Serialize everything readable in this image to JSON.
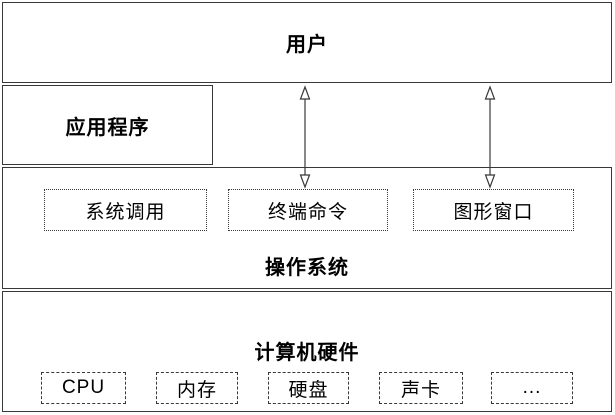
{
  "diagram": {
    "layers": {
      "user": {
        "label": "用户"
      },
      "application": {
        "label": "应用程序"
      },
      "os": {
        "label": "操作系统",
        "interfaces": [
          {
            "label": "系统调用"
          },
          {
            "label": "终端命令"
          },
          {
            "label": "图形窗口"
          }
        ]
      },
      "hardware": {
        "label": "计算机硬件",
        "components": [
          {
            "label": "CPU"
          },
          {
            "label": "内存"
          },
          {
            "label": "硬盘"
          },
          {
            "label": "声卡"
          },
          {
            "label": "..."
          }
        ]
      }
    },
    "connectors": [
      {
        "name": "user-terminal-arrow",
        "type": "bidirectional"
      },
      {
        "name": "user-gui-arrow",
        "type": "bidirectional"
      }
    ],
    "colors": {
      "border": "#383838",
      "background": "#ffffff",
      "text": "#000000"
    }
  }
}
